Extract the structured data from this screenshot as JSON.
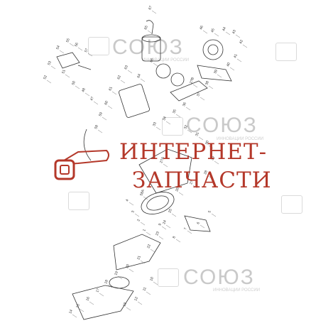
{
  "watermark": {
    "brand": "СОЮЗ",
    "tagline": "ИННОВАЦИИ РОССИИ"
  },
  "logo": {
    "line1": "ИНТЕРНЕТ-",
    "line2": "ЗАПЧАСТИ",
    "color": "#b4382a"
  },
  "diagram": {
    "line_color": "#333333",
    "part_numbers": [
      "67",
      "65",
      "66",
      "64",
      "63",
      "62",
      "61",
      "60",
      "59",
      "58",
      "57",
      "56",
      "55",
      "54",
      "53",
      "52",
      "51",
      "50",
      "48",
      "47",
      "46",
      "45",
      "44",
      "43",
      "42",
      "41",
      "40",
      "39",
      "38",
      "37",
      "36",
      "35",
      "34",
      "33",
      "32",
      "31",
      "30",
      "29",
      "28",
      "27",
      "26",
      "25",
      "24",
      "23",
      "22",
      "21",
      "20",
      "19",
      "18",
      "17",
      "16",
      "15",
      "14",
      "13",
      "12",
      "11",
      "10",
      "9",
      "8",
      "7",
      "6",
      "5",
      "4",
      "3",
      "2",
      "1",
      "58A",
      "27B",
      "27A"
    ]
  }
}
